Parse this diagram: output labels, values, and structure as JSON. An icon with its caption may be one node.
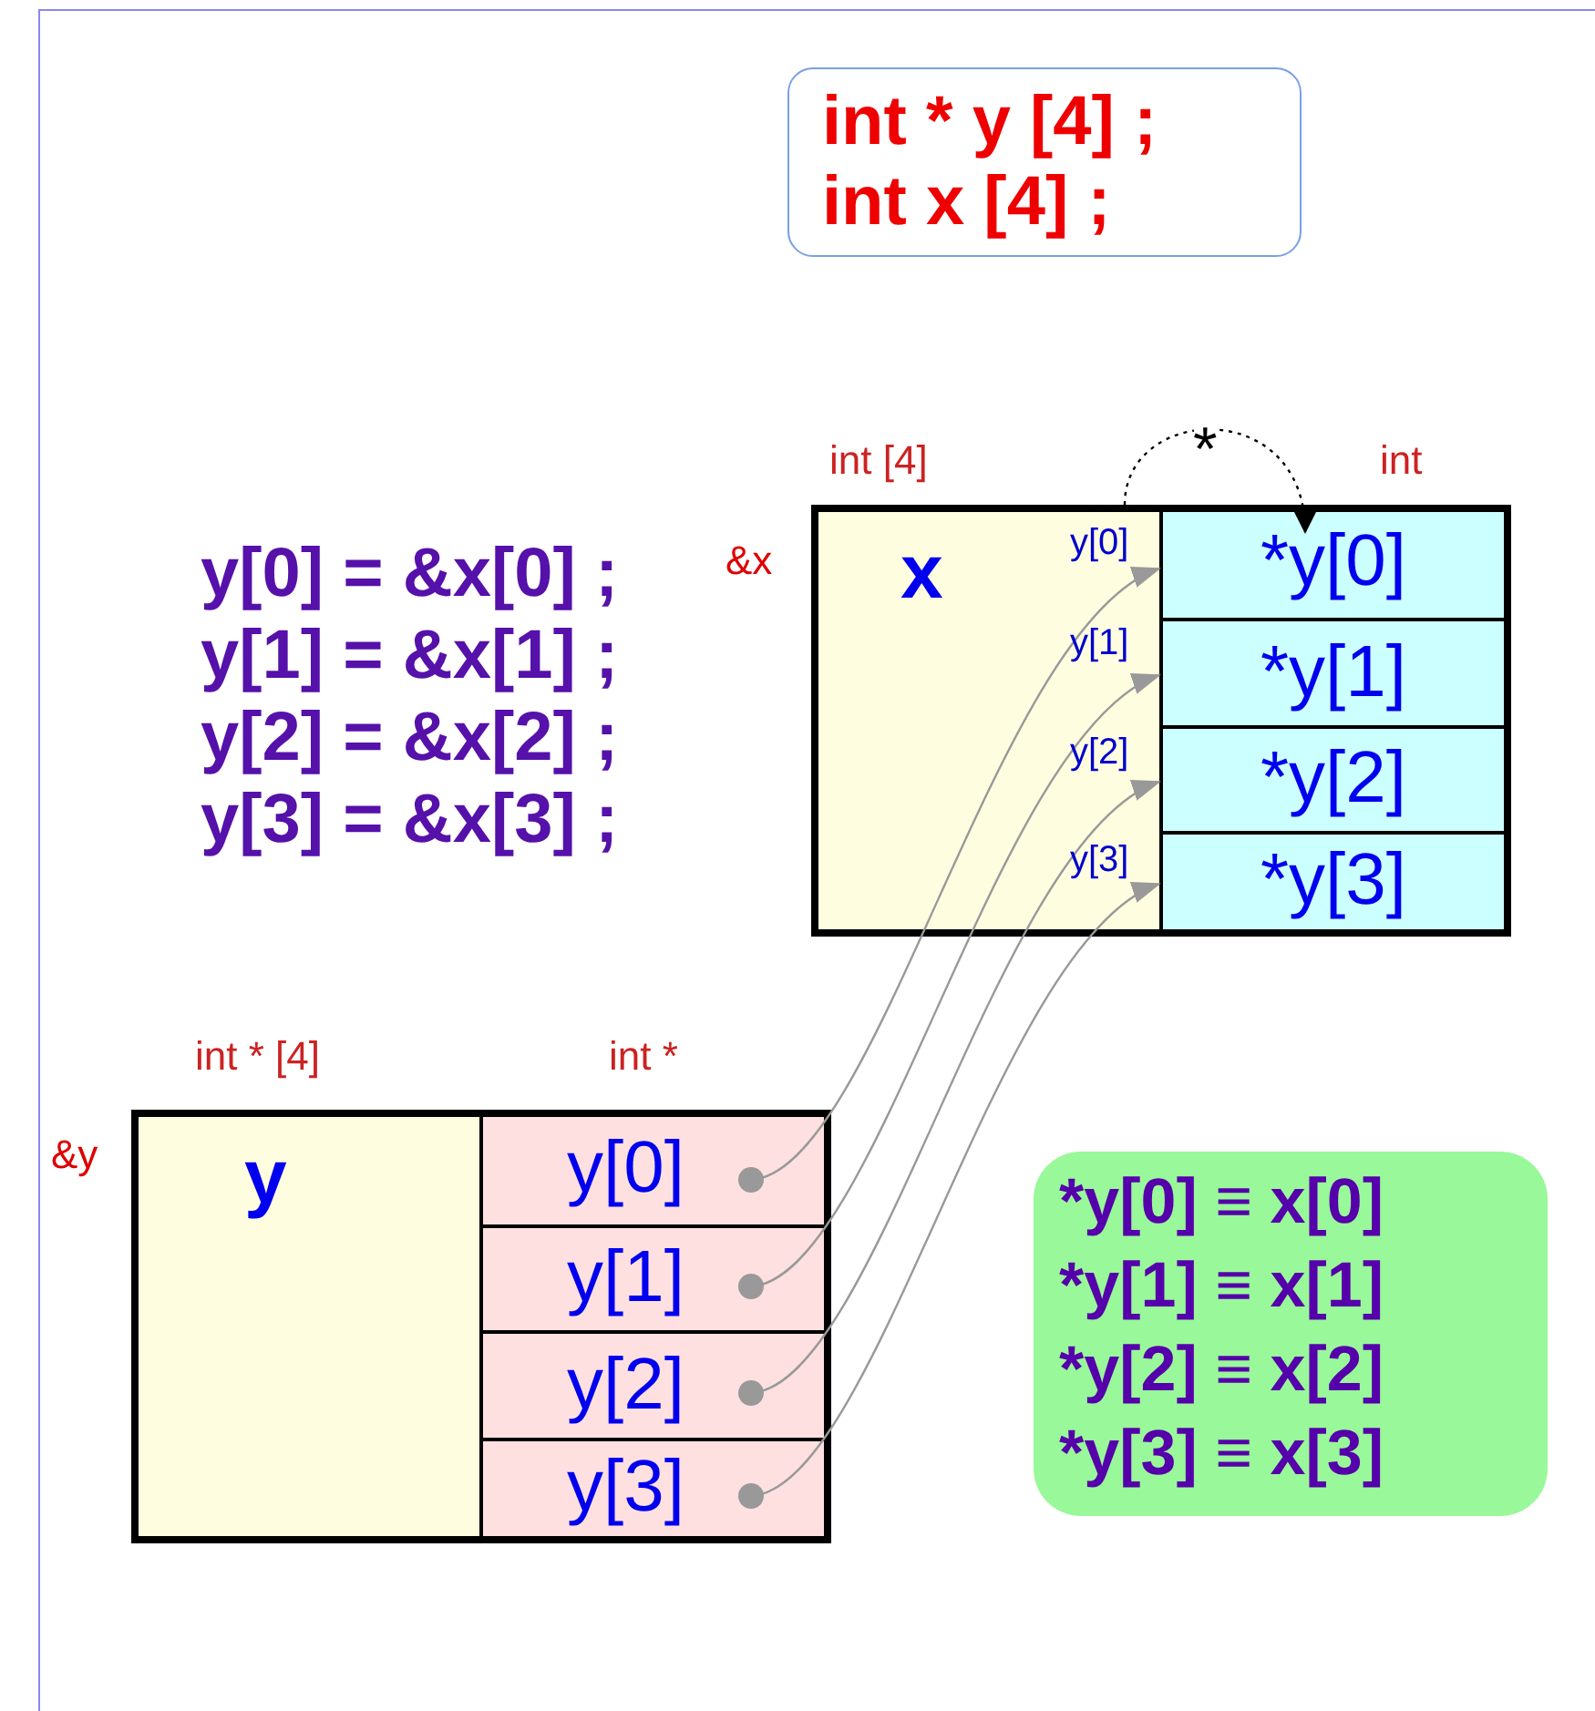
{
  "diagram": {
    "nodes": [
      {
        "text": [
          "int * y [4] ;",
          "int x [4] ;"
        ]
      },
      {
        "text": [
          "x"
        ]
      },
      {
        "text": [
          "*y[0]"
        ],
        "in": 1
      },
      {
        "text": [
          "*y[1]"
        ],
        "in": 1
      },
      {
        "text": [
          "*y[2]"
        ],
        "in": 1
      },
      {
        "text": [
          "*y[3]"
        ],
        "in": 1
      },
      {
        "text": [
          "y"
        ]
      },
      {
        "text": [
          "y[0]"
        ],
        "in": 6
      },
      {
        "text": [
          "y[1]"
        ],
        "in": 6
      },
      {
        "text": [
          "y[2]"
        ],
        "in": 6
      },
      {
        "text": [
          "y[3]"
        ],
        "in": 6
      },
      {
        "text": [
          "*y[0] ≡ x[0]",
          "*y[1] ≡ x[1]",
          "*y[2] ≡ x[2]",
          "*y[3] ≡ x[3]"
        ]
      }
    ],
    "edges": [
      {
        "from": 7,
        "to": 2,
        "arrow": "to"
      },
      {
        "from": 8,
        "to": 3,
        "arrow": "to"
      },
      {
        "from": 9,
        "to": 4,
        "arrow": "to"
      },
      {
        "from": 10,
        "to": 5,
        "arrow": "to"
      },
      {
        "from": 1,
        "to": 2,
        "arrow": "to",
        "label": "*",
        "style": "dashed",
        "color": "#000000"
      }
    ],
    "labels": [
      "int [4]",
      "int",
      "&x",
      "y[0]",
      "y[0] = &x[0] ;",
      "y[1]",
      "y[1] = &x[1] ;",
      "y[2]",
      "y[2] = &x[2] ;",
      "y[3]",
      "y[3] = &x[3] ;",
      "int * [4]",
      "int *",
      "&y"
    ]
  }
}
